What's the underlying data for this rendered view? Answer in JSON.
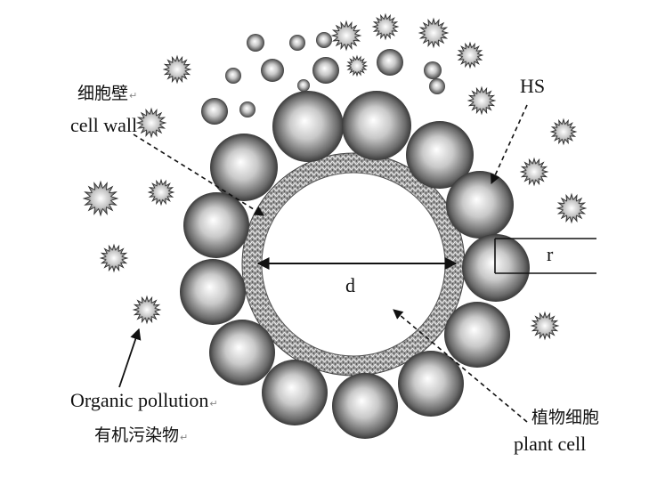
{
  "labels": {
    "cell_wall_zh": "细胞壁",
    "cell_wall_en": "cell wall",
    "hs": "HS",
    "radius": "r",
    "diameter": "d",
    "organic_pollution_en": "Organic pollution",
    "organic_pollution_zh": "有机污染物",
    "plant_cell_zh": "植物细胞",
    "plant_cell_en": "plant cell",
    "return_mark": "↵"
  },
  "colors": {
    "line": "#111111",
    "sphere_highlight": "#ffffff",
    "sphere_mid": "#b8b8b8",
    "sphere_shadow": "#3c3c3c",
    "wall_band": "#8a8a8a",
    "cell_interior": "#ffffff"
  }
}
